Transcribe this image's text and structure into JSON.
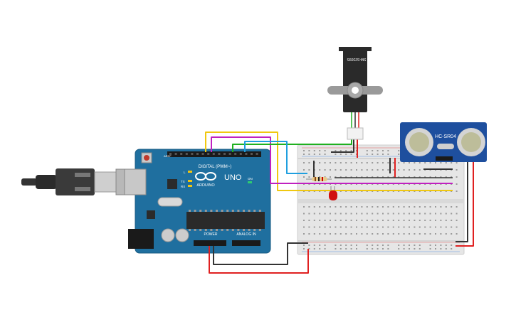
{
  "servo": {
    "model_label": "SM-S2309S"
  },
  "sensor": {
    "model_label": "HC-SR04"
  },
  "arduino": {
    "brand": "ARDUINO",
    "model": "UNO",
    "digital_header": "DIGITAL (PWM~)",
    "power_label": "POWER",
    "analog_label": "ANALOG IN",
    "led_labels": [
      "L",
      "TX",
      "RX"
    ],
    "on_label": "ON",
    "aref_label": "AREF"
  },
  "colors": {
    "board": "#1f6f9f",
    "breadboard": "#e6e6e6",
    "sensor_board": "#1e4f9e",
    "wire_red": "#e02020",
    "wire_black": "#333333",
    "wire_yellow": "#f0c810",
    "wire_magenta": "#c020c0",
    "wire_green": "#20b020",
    "wire_blue": "#1f9fdf"
  }
}
